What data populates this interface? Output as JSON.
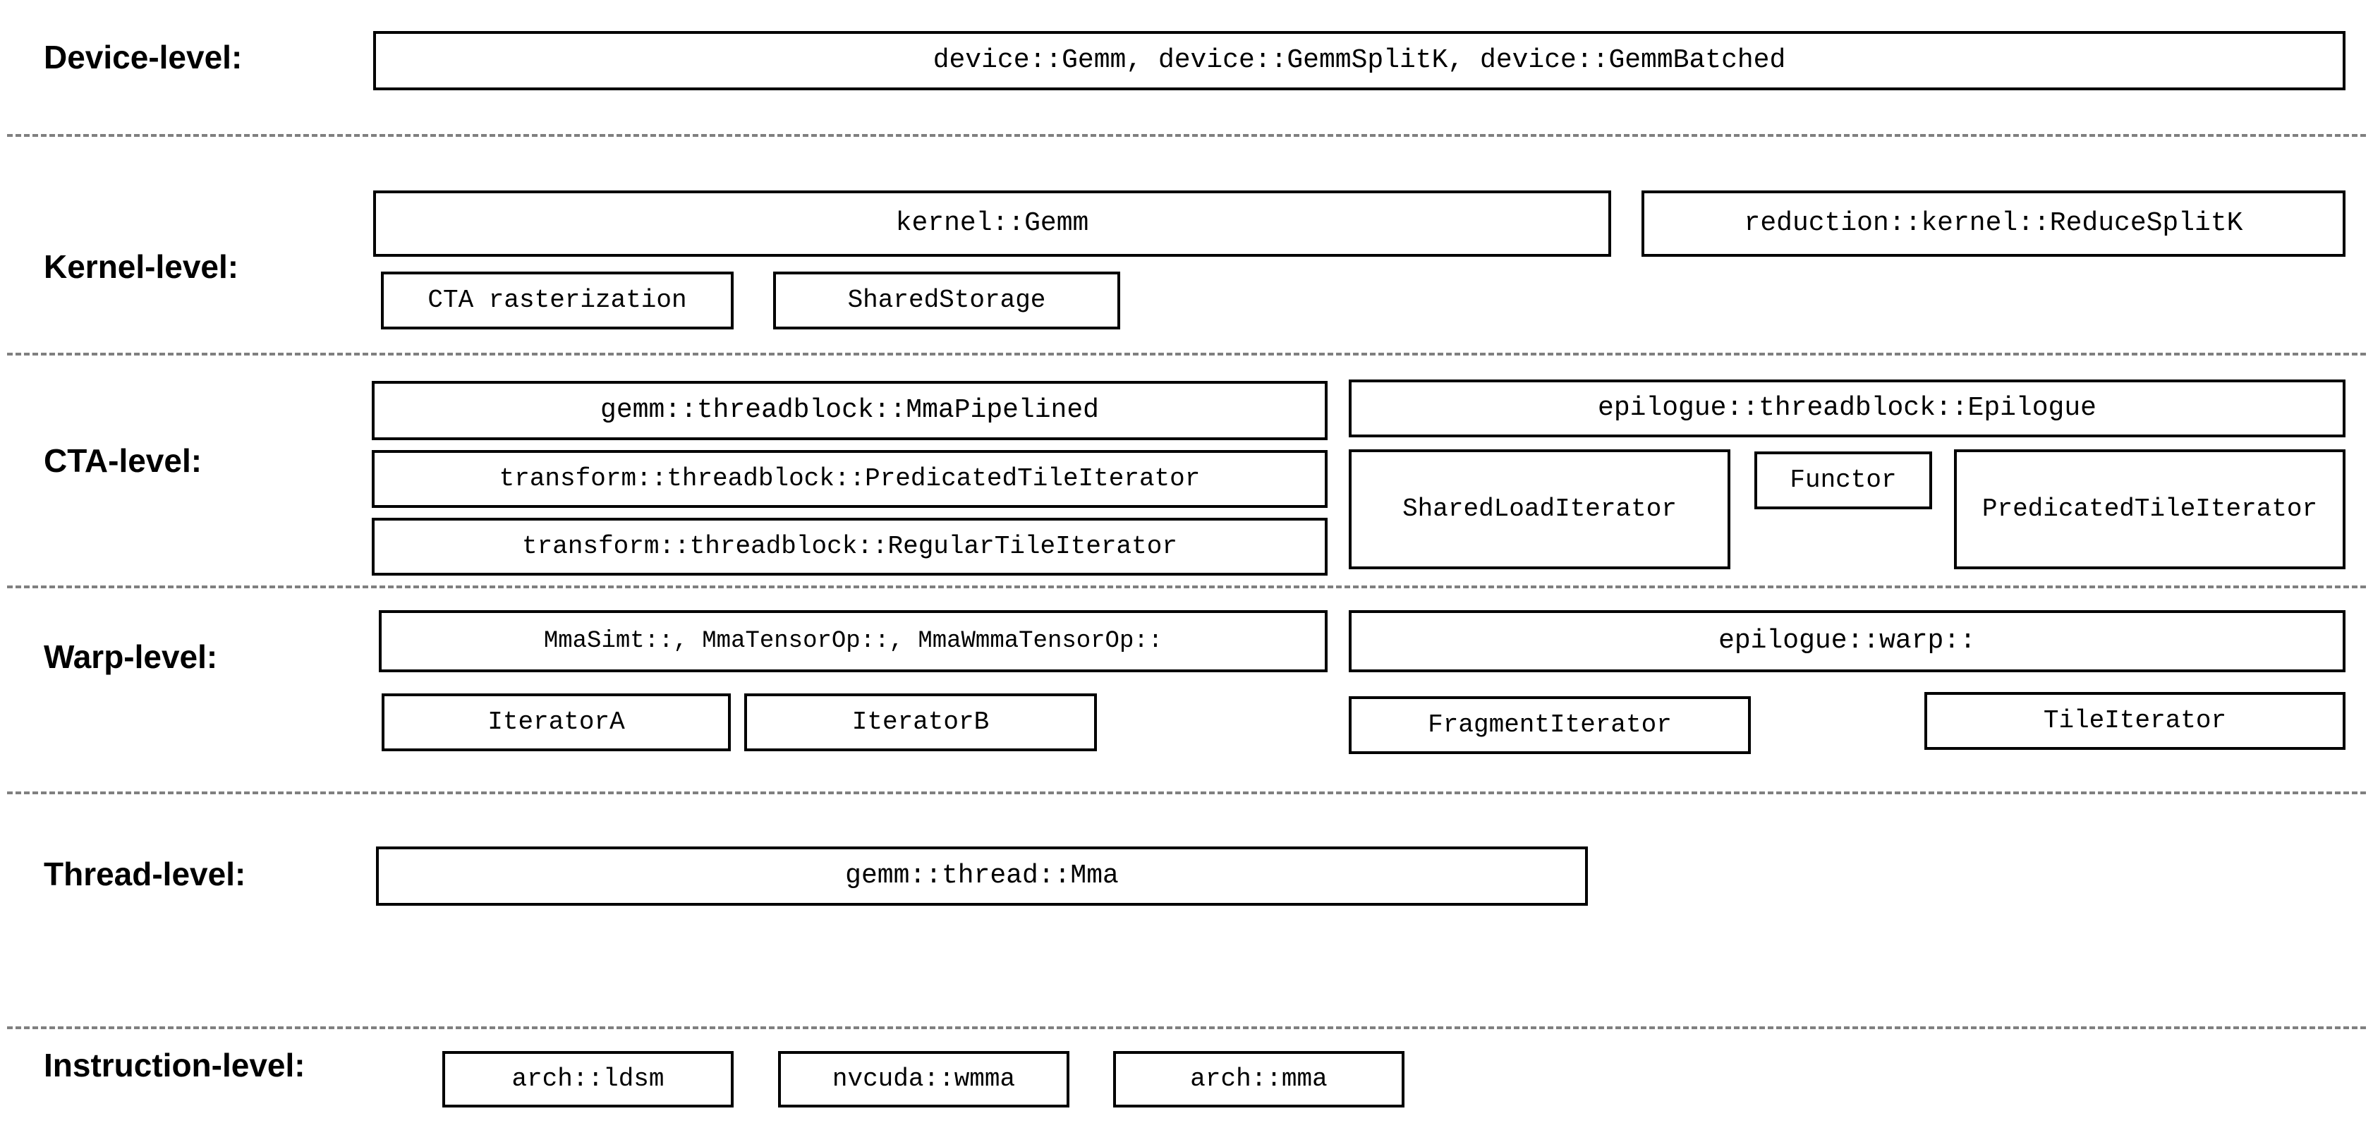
{
  "diagram": {
    "title": "CUTLASS GEMM hierarchical decomposition",
    "background_color": "#ffffff",
    "line_color": "#000000",
    "divider_color": "#808080"
  },
  "levels": [
    {
      "id": "device",
      "label": "Device-level:",
      "nodes": [
        {
          "name": "device-gemm-box",
          "text": "device::Gemm, device::GemmSplitK, device::GemmBatched"
        }
      ]
    },
    {
      "id": "kernel",
      "label": "Kernel-level:",
      "nodes": [
        {
          "name": "kernel-gemm-box",
          "text": "kernel::Gemm"
        },
        {
          "name": "reduction-reducesplitk-box",
          "text": "reduction::kernel::ReduceSplitK"
        },
        {
          "name": "cta-rasterization-box",
          "text": "CTA rasterization"
        },
        {
          "name": "sharedstorage-box",
          "text": "SharedStorage"
        }
      ]
    },
    {
      "id": "cta",
      "label": "CTA-level:",
      "nodes": [
        {
          "name": "gemm-threadblock-mmapipelined-box",
          "text": "gemm::threadblock::MmaPipelined"
        },
        {
          "name": "transform-threadblock-predicatedtileiterator-box",
          "text": "transform::threadblock::PredicatedTileIterator"
        },
        {
          "name": "transform-threadblock-regulartileiterator-box",
          "text": "transform::threadblock::RegularTileIterator"
        },
        {
          "name": "epilogue-threadblock-epilogue-box",
          "text": "epilogue::threadblock::Epilogue"
        },
        {
          "name": "sharedloaditerator-box",
          "text": "SharedLoadIterator"
        },
        {
          "name": "functor-box",
          "text": "Functor"
        },
        {
          "name": "epilogue-predicatedtileiterator-box",
          "text": "PredicatedTileIterator"
        }
      ]
    },
    {
      "id": "warp",
      "label": "Warp-level:",
      "nodes": [
        {
          "name": "mma-warp-ops-box",
          "text": "MmaSimt::, MmaTensorOp::, MmaWmmaTensorOp::"
        },
        {
          "name": "epilogue-warp-box",
          "text": "epilogue::warp::"
        },
        {
          "name": "iterator-a-box",
          "text": "IteratorA"
        },
        {
          "name": "iterator-b-box",
          "text": "IteratorB"
        },
        {
          "name": "fragmentiterator-box",
          "text": "FragmentIterator"
        },
        {
          "name": "tileiterator-box",
          "text": "TileIterator"
        }
      ]
    },
    {
      "id": "thread",
      "label": "Thread-level:",
      "nodes": [
        {
          "name": "gemm-thread-mma-box",
          "text": "gemm::thread::Mma"
        }
      ]
    },
    {
      "id": "instruction",
      "label": "Instruction-level:",
      "nodes": [
        {
          "name": "arch-ldsm-box",
          "text": "arch::ldsm"
        },
        {
          "name": "nvcuda-wmma-box",
          "text": "nvcuda::wmma"
        },
        {
          "name": "arch-mma-box",
          "text": "arch::mma"
        }
      ]
    }
  ]
}
